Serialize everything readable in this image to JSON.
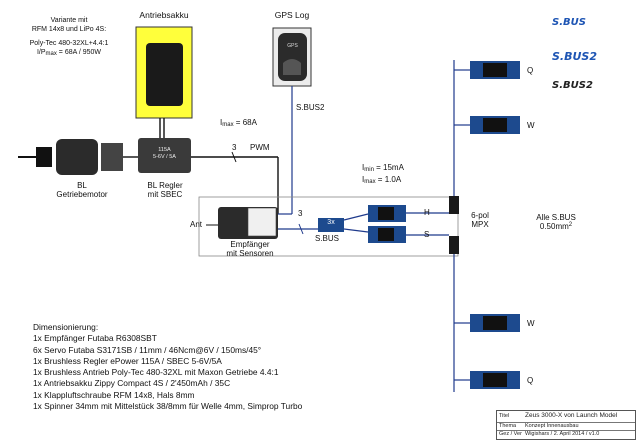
{
  "battery": {
    "title": "Antriebsakku"
  },
  "gps": {
    "title": "GPS Log",
    "module_label": "GPS",
    "bus_label": "S.BUS2"
  },
  "top_note": {
    "lines": [
      "Variante mit",
      "RFM 14x8 und LiPo 4S:",
      "",
      "Poly-Tec 480-32XL+4.4:1",
      "I/P",
      "max",
      " = 68A / 950W"
    ]
  },
  "imax_label": {
    "prefix": "I",
    "sub": "max",
    "suffix": " = 68A"
  },
  "motor": {
    "label_line1": "BL",
    "label_line2": "Getriebemotor"
  },
  "esc": {
    "module_line1": "115A",
    "module_line2": "5-6V / 5A",
    "label_line1": "BL Regler",
    "label_line2": "mit SBEC"
  },
  "pwm_label": {
    "count": "3",
    "text": "PWM"
  },
  "receiver": {
    "ant_label": "Ant",
    "label_line1": "Empfänger",
    "label_line2": "mit Sensoren"
  },
  "sbus_link": {
    "count": "3",
    "mult": "3x",
    "text": "S.BUS"
  },
  "imin_label": {
    "prefix": "I",
    "sub": "min",
    "suffix": " = 15mA"
  },
  "imax2_label": {
    "prefix": "I",
    "sub": "max",
    "suffix": " = 1.0A"
  },
  "connector": {
    "h": "H",
    "s": "S",
    "line1": "6-pol",
    "line2": "MPX"
  },
  "servos": {
    "q": "Q",
    "w": "W"
  },
  "all_sbus": {
    "line1": "Alle S.BUS",
    "line2_prefix": "0.50mm",
    "line2_sup": "2"
  },
  "logos": {
    "sbus": "S.BUS",
    "sbus2": "S.BUS2",
    "sbus2_b": "S.BUS2"
  },
  "dimensioning": {
    "title": "Dimensionierung:",
    "items": [
      "1x Empfänger Futaba R6308SBT",
      "6x Servo Futaba S3171SB / 11mm / 46Ncm@6V / 150ms/45°",
      "1x Brushless Regler ePower 115A / SBEC 5-6V/5A",
      "1x Brushless Antrieb Poly-Tec 480-32XL mit Maxon Getriebe 4.4:1",
      "1x Antriebsakku Zippy Compact 4S / 2'450mAh / 35C",
      "1x Klappluftschraube RFM 14x8, Hals 8mm",
      "1x Spinner 34mm mit Mittelstück 38/8mm für Welle 4mm, Simprop Turbo"
    ]
  },
  "title_block": {
    "titel_key": "Titel",
    "titel_value": "Zeus 3000-X von Launch Model",
    "thema_key": "Thema",
    "thema_value": "Konzept Innenausbau",
    "gez_key": "Gez / Ver",
    "gez_value": "Wigishars / 2. April 2014 / v1.0"
  },
  "colors": {
    "wire": "#1f3a8c",
    "battery_yellow": "#ffff3b",
    "device_dark": "#2b2b2b",
    "servo_blue": "#1d4a8e"
  }
}
